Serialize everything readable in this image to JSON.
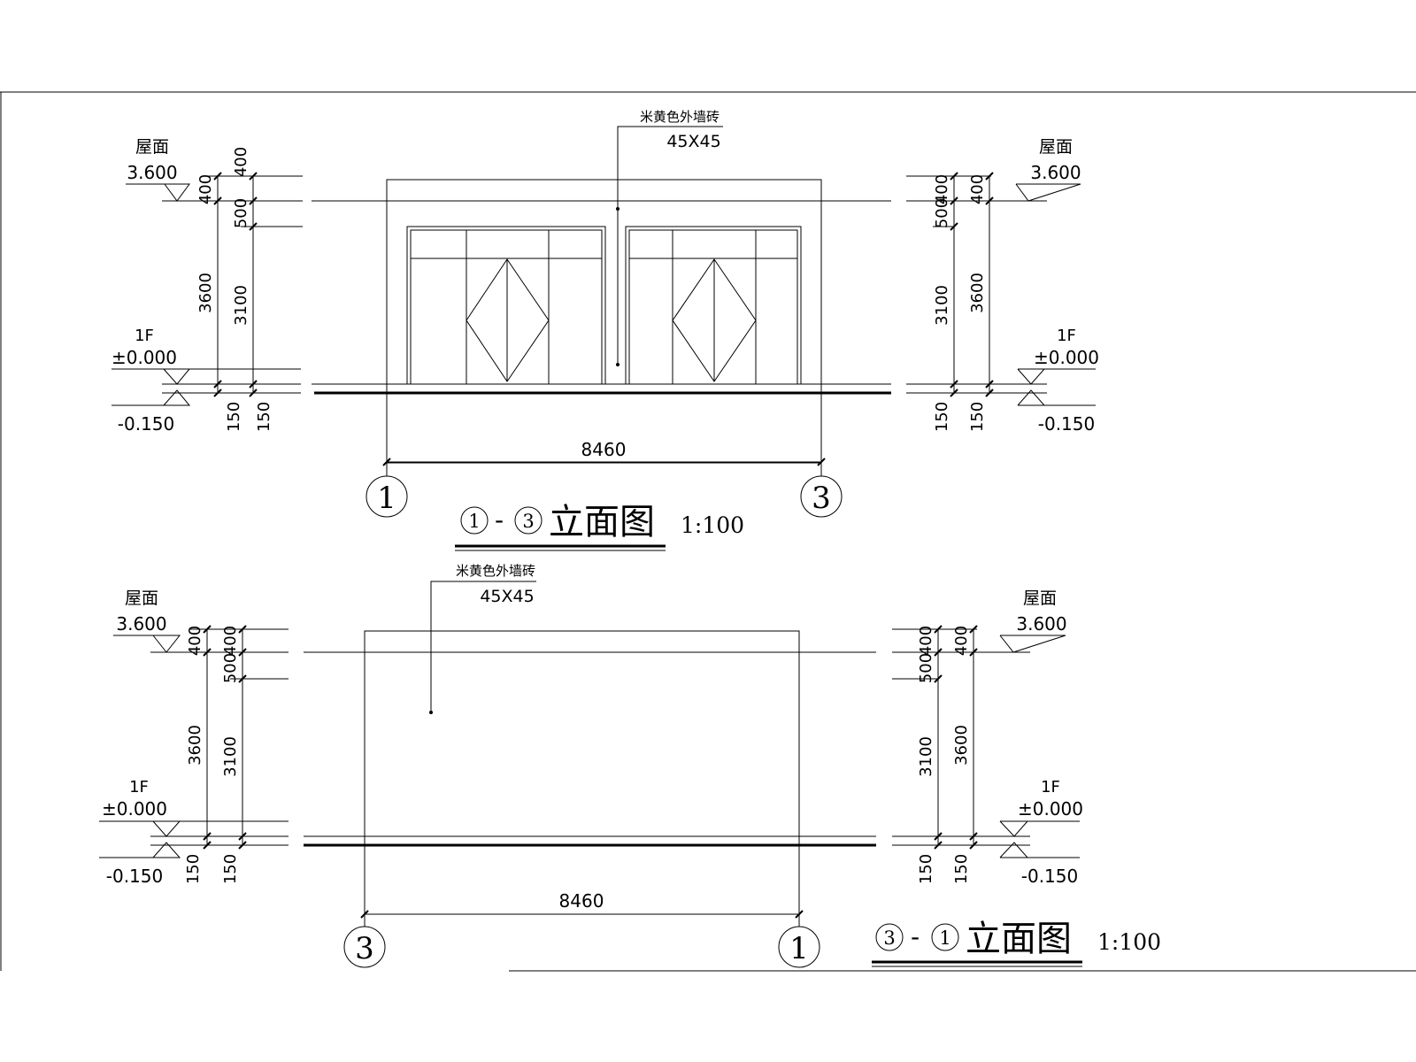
{
  "elevation_top": {
    "title_grid_start": "1",
    "title_grid_end": "3",
    "title_dash": "-",
    "title_text": "立面图",
    "scale": "1:100",
    "grid_left": "1",
    "grid_right": "3",
    "overall_dim": "8460",
    "material_note": "米黄色外墙砖",
    "material_size": "45X45",
    "left": {
      "roof_label": "屋面",
      "roof_elev": "3.600",
      "floor_label": "1F",
      "floor_elev": "±0.000",
      "ground_elev": "-0.150",
      "dim_outer": [
        "400",
        "3600",
        "150"
      ],
      "dim_inner": [
        "400",
        "500",
        "3100",
        "150"
      ]
    },
    "right": {
      "roof_label": "屋面",
      "roof_elev": "3.600",
      "floor_label": "1F",
      "floor_elev": "±0.000",
      "ground_elev": "-0.150",
      "dim_inner": [
        "400",
        "500",
        "3100",
        "150"
      ],
      "dim_outer": [
        "400",
        "3600",
        "150"
      ]
    }
  },
  "elevation_bottom": {
    "title_grid_start": "3",
    "title_grid_end": "1",
    "title_dash": "-",
    "title_text": "立面图",
    "scale": "1:100",
    "grid_left": "3",
    "grid_right": "1",
    "overall_dim": "8460",
    "material_note": "米黄色外墙砖",
    "material_size": "45X45",
    "left": {
      "roof_label": "屋面",
      "roof_elev": "3.600",
      "floor_label": "1F",
      "floor_elev": "±0.000",
      "ground_elev": "-0.150",
      "dim_outer": [
        "400",
        "3600",
        "150"
      ],
      "dim_inner": [
        "400",
        "500",
        "3100",
        "150"
      ]
    },
    "right": {
      "roof_label": "屋面",
      "roof_elev": "3.600",
      "floor_label": "1F",
      "floor_elev": "±0.000",
      "ground_elev": "-0.150",
      "dim_inner": [
        "400",
        "500",
        "3100",
        "150"
      ],
      "dim_outer": [
        "400",
        "3600",
        "150"
      ]
    }
  }
}
